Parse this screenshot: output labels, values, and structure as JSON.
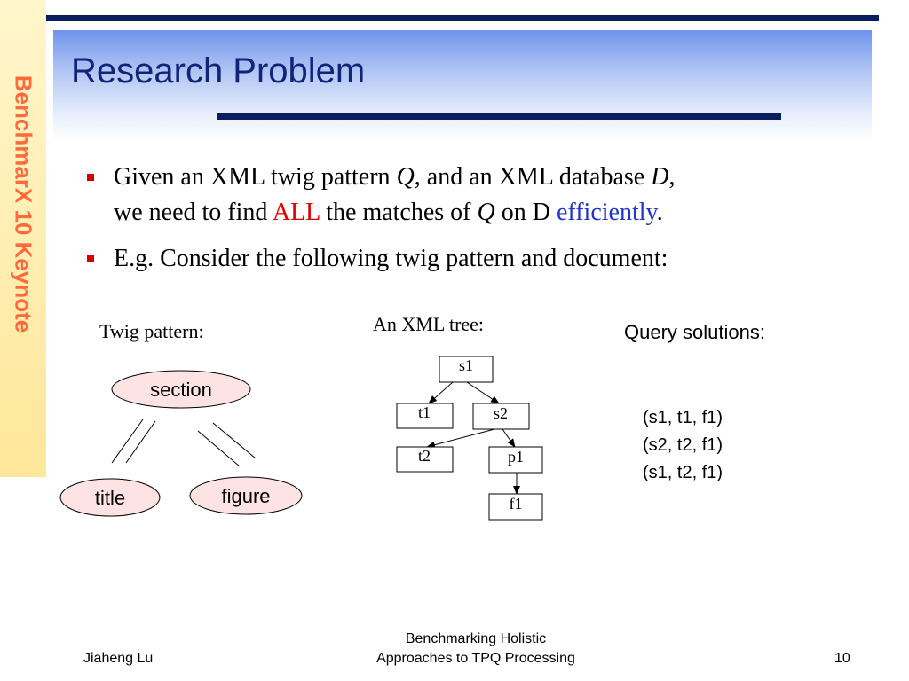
{
  "sidebar": {
    "text": "BenchmarX 10 Keynote"
  },
  "slide": {
    "title": "Research Problem",
    "bullets": [
      {
        "p1": "Given an XML twig pattern ",
        "q1": "Q",
        "p2": ", and an XML database ",
        "d1": "D",
        "p3": ",",
        "p4": "we need to find ",
        "all": "ALL",
        "p5": " the matches of ",
        "q2": "Q",
        "p6": " on D ",
        "efficiently": "efficiently",
        "p7": "."
      },
      {
        "text": "E.g. Consider the following twig pattern and document:"
      }
    ],
    "twig_pattern": {
      "label": "Twig pattern:",
      "nodes": {
        "root": "section",
        "left": "title",
        "right": "figure"
      }
    },
    "xml_tree": {
      "label": "An XML tree:",
      "nodes": {
        "s1": "s1",
        "t1": "t1",
        "s2": "s2",
        "t2": "t2",
        "p1": "p1",
        "f1": "f1"
      }
    },
    "solutions": {
      "label": "Query solutions:",
      "rows": [
        "(s1, t1, f1)",
        "(s2, t2, f1)",
        "(s1, t2, f1)"
      ]
    }
  },
  "footer": {
    "author": "Jiaheng Lu",
    "talk_title_line1": "Benchmarking Holistic",
    "talk_title_line2": "Approaches to TPQ Processing",
    "page_number": "10"
  },
  "colors": {
    "title": "#13237a",
    "rule": "#0a1e5e",
    "sidebar_text": "#ff6a3d",
    "highlight_red": "#e00000",
    "highlight_blue": "#2233cc",
    "node_fill": "#fde3e3"
  }
}
